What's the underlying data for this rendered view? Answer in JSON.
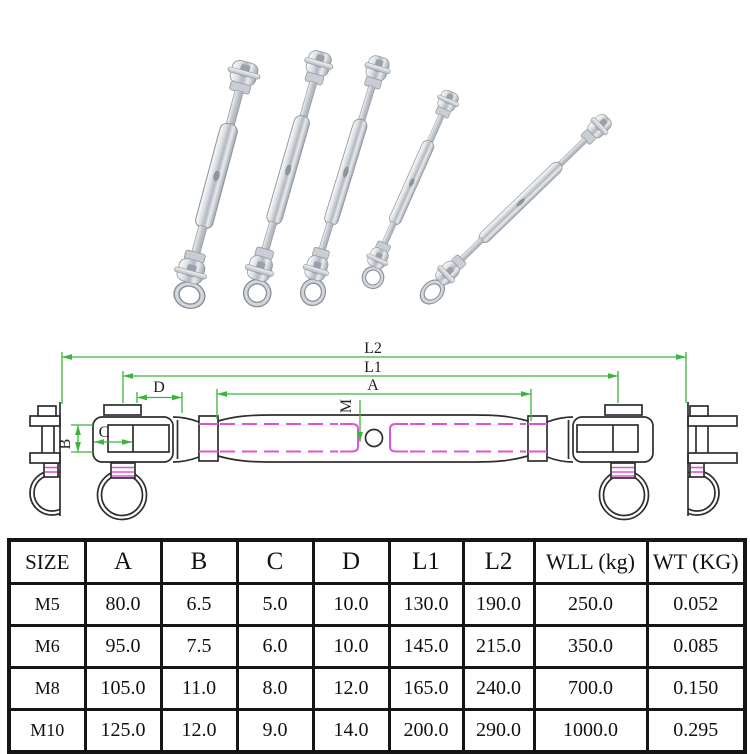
{
  "photo": {
    "description": "five stainless steel jaw-jaw turnbuckles fanned out"
  },
  "diagram": {
    "labels": {
      "l2": "L2",
      "l1": "L1",
      "a": "A",
      "d": "D",
      "m": "M",
      "b": "B",
      "c": "C"
    },
    "colors": {
      "dimension_green": "#3cb53c",
      "hidden_magenta": "#e054d4",
      "outline": "#2e2e2e"
    }
  },
  "table": {
    "headers": [
      "SIZE",
      "A",
      "B",
      "C",
      "D",
      "L1",
      "L2",
      "WLL (kg)",
      "WT (KG)"
    ],
    "rows": [
      [
        "M5",
        "80.0",
        "6.5",
        "5.0",
        "10.0",
        "130.0",
        "190.0",
        "250.0",
        "0.052"
      ],
      [
        "M6",
        "95.0",
        "7.5",
        "6.0",
        "10.0",
        "145.0",
        "215.0",
        "350.0",
        "0.085"
      ],
      [
        "M8",
        "105.0",
        "11.0",
        "8.0",
        "12.0",
        "165.0",
        "240.0",
        "700.0",
        "0.150"
      ],
      [
        "M10",
        "125.0",
        "12.0",
        "9.0",
        "14.0",
        "200.0",
        "290.0",
        "1000.0",
        "0.295"
      ]
    ]
  }
}
